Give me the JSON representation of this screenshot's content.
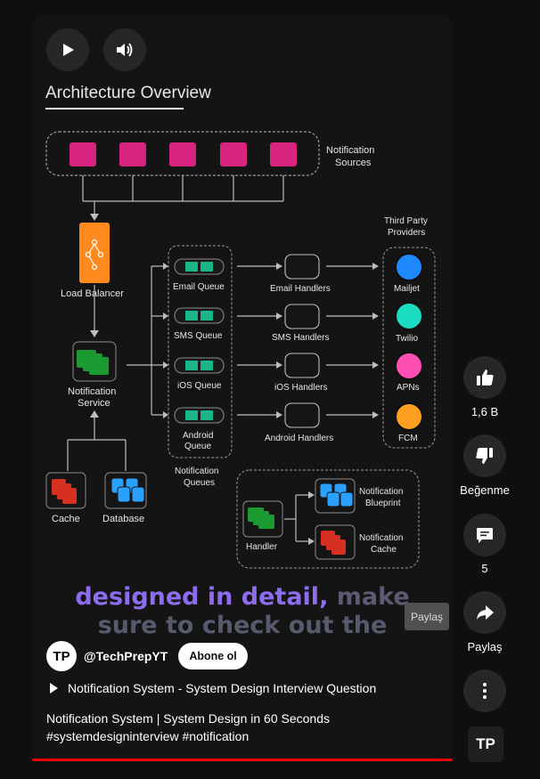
{
  "diagram": {
    "title": "Architecture Overview",
    "sources_label_1": "Notification",
    "sources_label_2": "Sources",
    "third_party_1": "Third Party",
    "third_party_2": "Providers",
    "load_balancer": "Load Balancer",
    "notif_service_1": "Notification",
    "notif_service_2": "Service",
    "cache": "Cache",
    "database": "Database",
    "queues": [
      "Email Queue",
      "SMS Queue",
      "iOS Queue",
      "Android",
      "Queue"
    ],
    "queues_label_1": "Notification",
    "queues_label_2": "Queues",
    "handlers": [
      "Email Handlers",
      "SMS Handlers",
      "iOS Handlers",
      "Android Handlers"
    ],
    "providers": [
      "Mailjet",
      "Twilio",
      "APNs",
      "FCM"
    ],
    "provider_colors": [
      "#1e88ff",
      "#19dcc0",
      "#ff4fb4",
      "#ffa020"
    ],
    "handler_box": "Handler",
    "blueprint_1": "Notification",
    "blueprint_2": "Blueprint",
    "ncache_1": "Notification",
    "ncache_2": "Cache"
  },
  "caption": {
    "line1_purple": "designed in detail,",
    "line1_gray": " make",
    "line2": "sure to check out the"
  },
  "channel": {
    "avatar_text": "TP",
    "name": "@TechPrepYT",
    "subscribe": "Abone ol"
  },
  "related_video": "Notification System - System Design Interview Question",
  "description": {
    "line1": "Notification System | System Design in 60 Seconds",
    "line2": "#systemdesigninterview #notification"
  },
  "actions": {
    "like_count": "1,6 B",
    "dislike_label": "Beğenme",
    "comment_count": "5",
    "share_label": "Paylaş",
    "tooltip": "Paylaş"
  },
  "channel_logo": "TP"
}
